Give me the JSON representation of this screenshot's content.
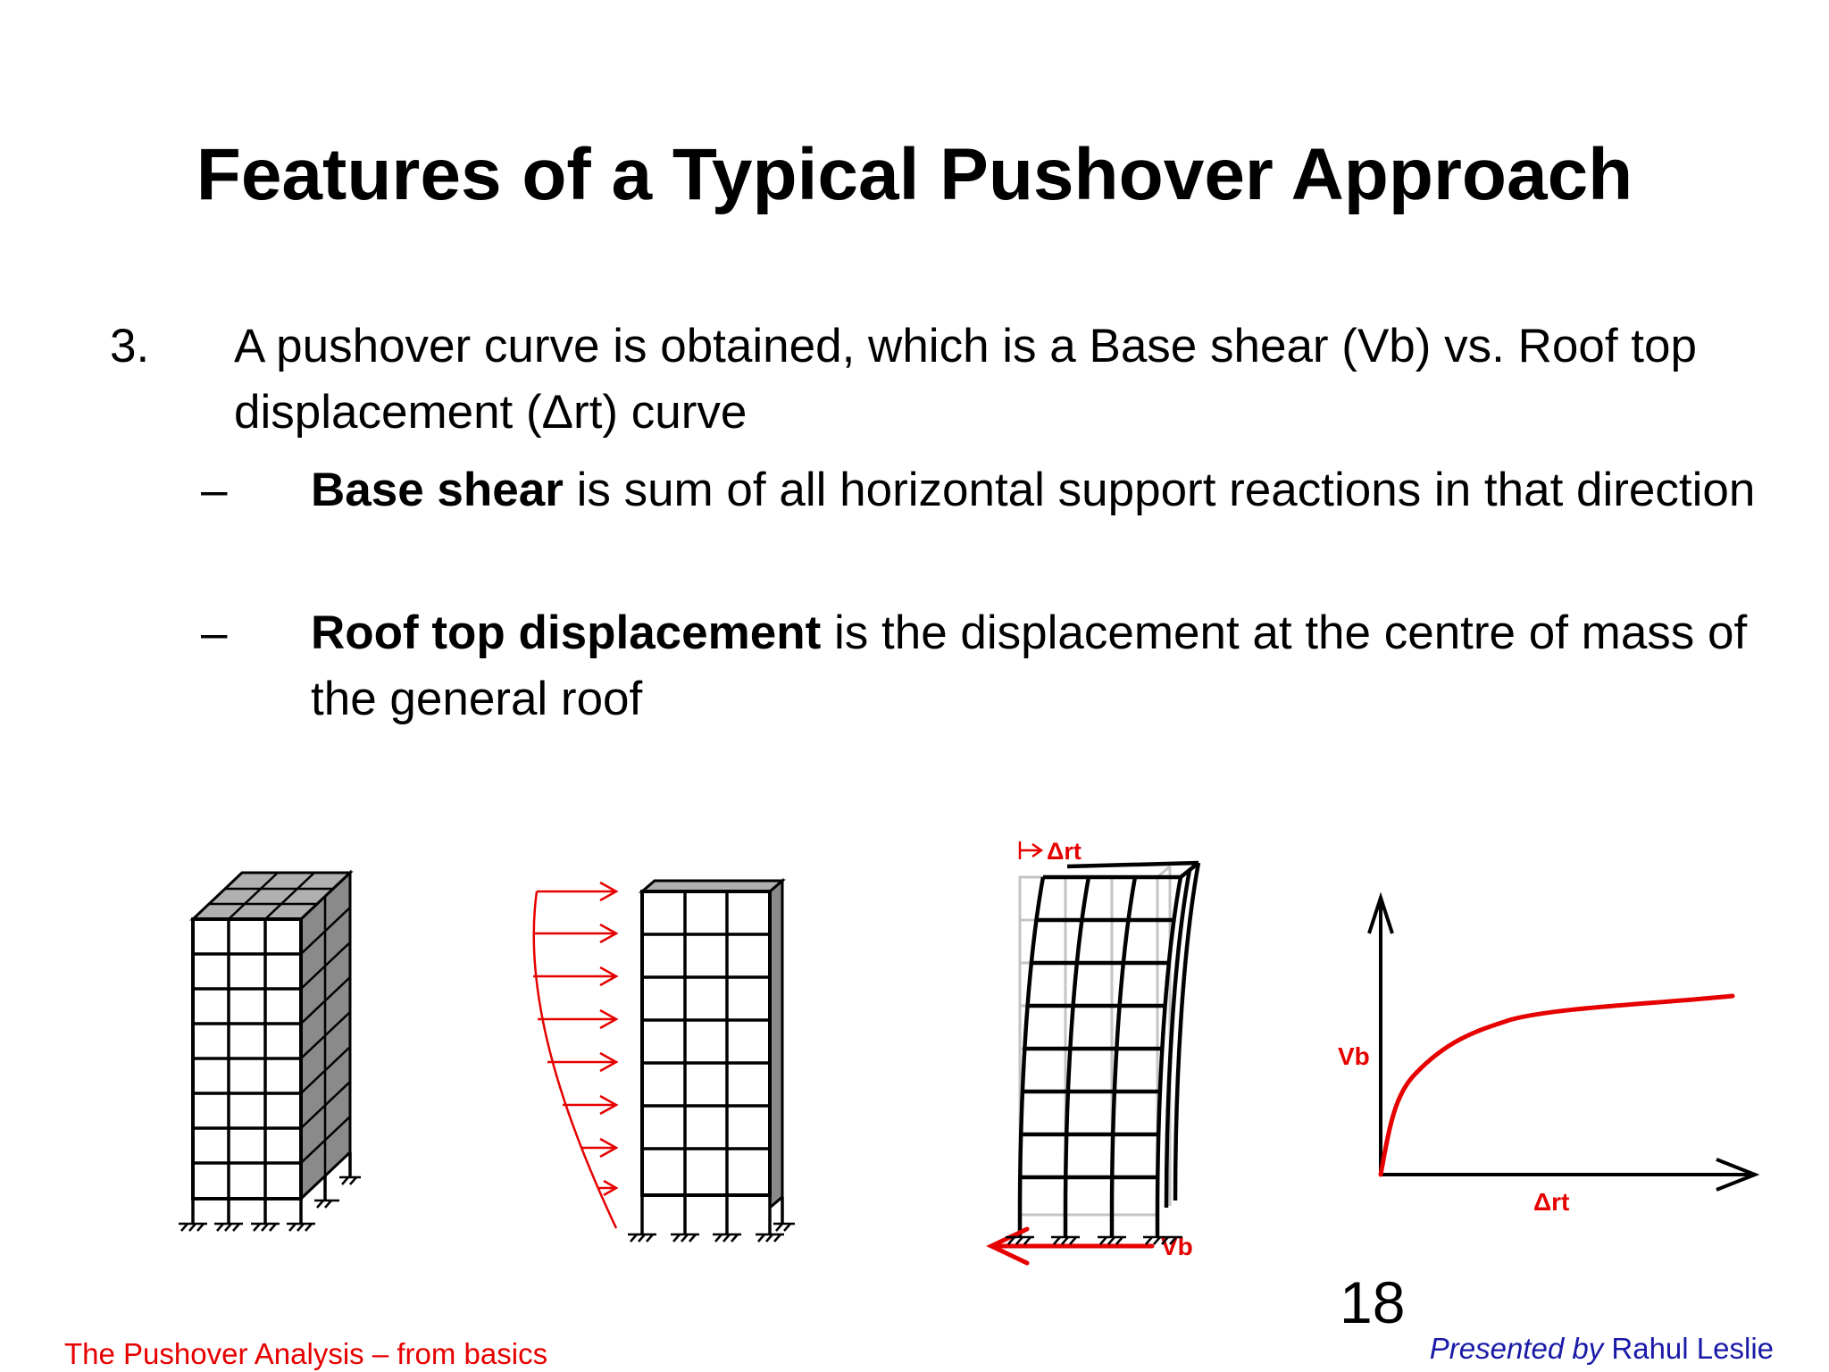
{
  "slide": {
    "title": "Features of a Typical Pushover Approach",
    "item_number": "3.",
    "item_text": "A pushover curve is obtained, which is a Base shear (Vb) vs. Roof top displacement (Δrt) curve",
    "bullets": [
      {
        "marker": "–",
        "bold": "Base shear",
        "rest": " is sum of all horizontal support reactions in that direction"
      },
      {
        "marker": "–",
        "bold": "Roof top displacement",
        "rest": " is  the displacement at the centre of mass of the general roof"
      }
    ],
    "page_number": "18",
    "footer_left": "The Pushover Analysis – from basics",
    "footer_right_italic": "Presented by",
    "footer_right_name": " Rahul Leslie"
  },
  "figure": {
    "deformed_frame_label": "Δrt",
    "base_shear_label": "Vb",
    "curve_y_label": "Vb",
    "curve_x_label": "Δrt"
  },
  "colors": {
    "accent_red": "#e60000",
    "footer_blue": "#1a1aa8",
    "building_side": "#8a8a8a",
    "building_top": "#b0b0b0",
    "ghost_frame": "#c4c4c4"
  },
  "icons": {
    "ground_support": "hatched-fixed-support-icon",
    "load_arrow": "arrow-right-icon",
    "shear_arrow": "arrow-left-icon"
  }
}
